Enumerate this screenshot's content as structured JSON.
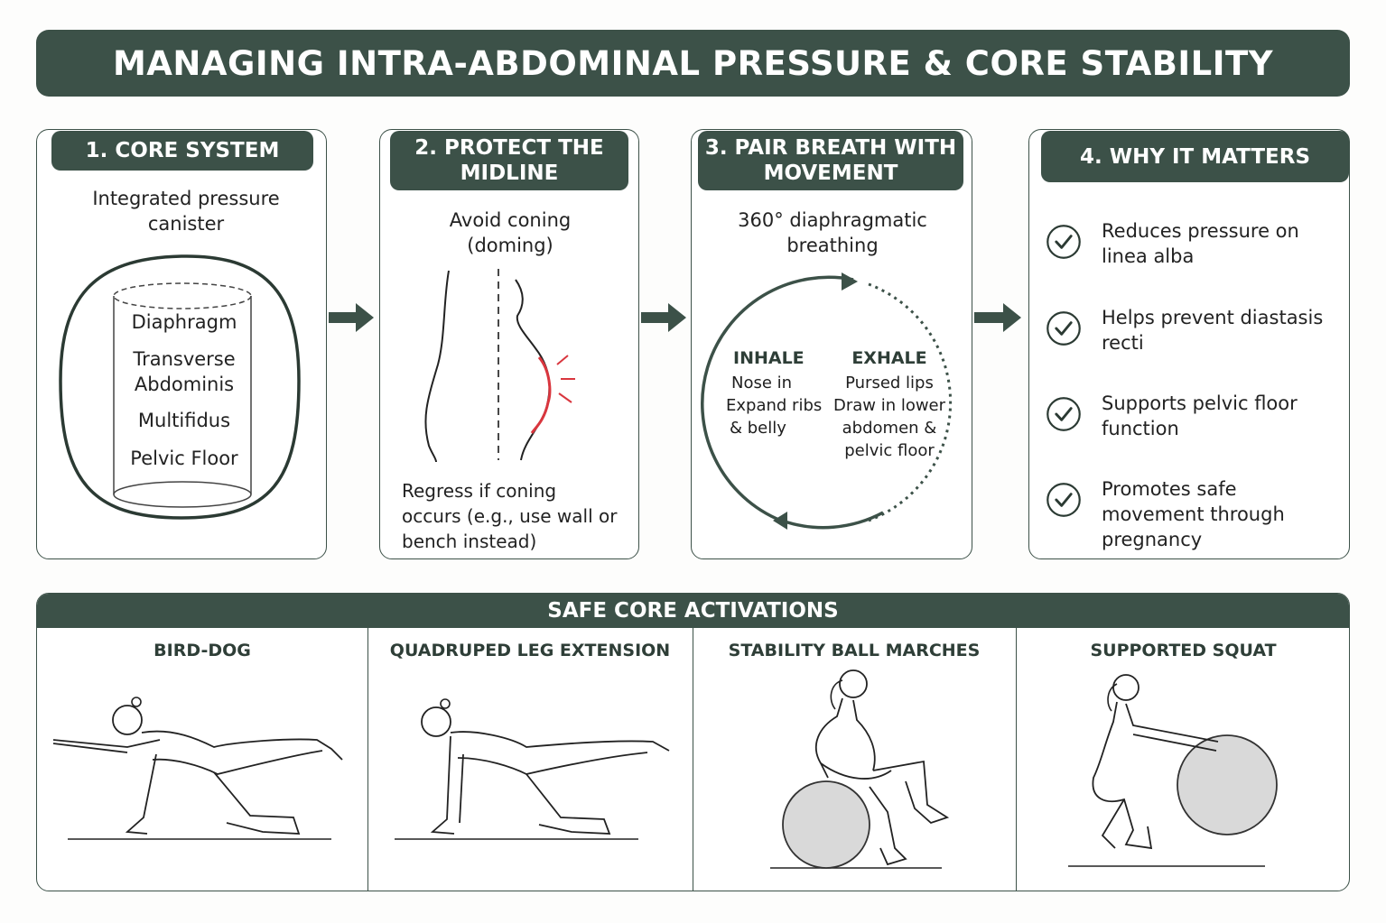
{
  "title": "MANAGING INTRA-ABDOMINAL PRESSURE & CORE STABILITY",
  "cards": [
    {
      "heading": "1. CORE SYSTEM",
      "subtitle": "Integrated pressure canister",
      "muscles": [
        "Diaphragm",
        "Transverse Abdominis",
        "Multifidus",
        "Pelvic Floor"
      ]
    },
    {
      "heading": "2. PROTECT THE MIDLINE",
      "subtitle": "Avoid coning (doming)",
      "note": "Regress if coning occurs (e.g., use wall or bench instead)"
    },
    {
      "heading": "3. PAIR BREATH WITH MOVEMENT",
      "subtitle": "360° diaphragmatic breathing",
      "inhale": {
        "label": "INHALE",
        "lines": [
          "Nose in",
          "Expand ribs",
          "& belly"
        ]
      },
      "exhale": {
        "label": "EXHALE",
        "lines": [
          "Pursed lips",
          "Draw in lower",
          "abdomen &",
          "pelvic floor"
        ]
      }
    },
    {
      "heading": "4. WHY IT MATTERS",
      "benefits": [
        "Reduces pressure on linea alba",
        "Helps prevent diastasis recti",
        "Supports pelvic floor function",
        "Promotes safe movement through pregnancy"
      ]
    }
  ],
  "activations": {
    "heading": "SAFE CORE ACTIVATIONS",
    "exercises": [
      "BIRD-DOG",
      "QUADRUPED LEG EXTENSION",
      "STABILITY BALL MARCHES",
      "SUPPORTED SQUAT"
    ]
  },
  "colors": {
    "primary": "#3c5148",
    "alert": "#d9363e",
    "ball": "#d9d9d9"
  },
  "icons": [
    "arrow-right-icon",
    "check-circle-icon",
    "breath-cycle-icon",
    "pressure-canister-icon",
    "coning-profile-icon"
  ]
}
